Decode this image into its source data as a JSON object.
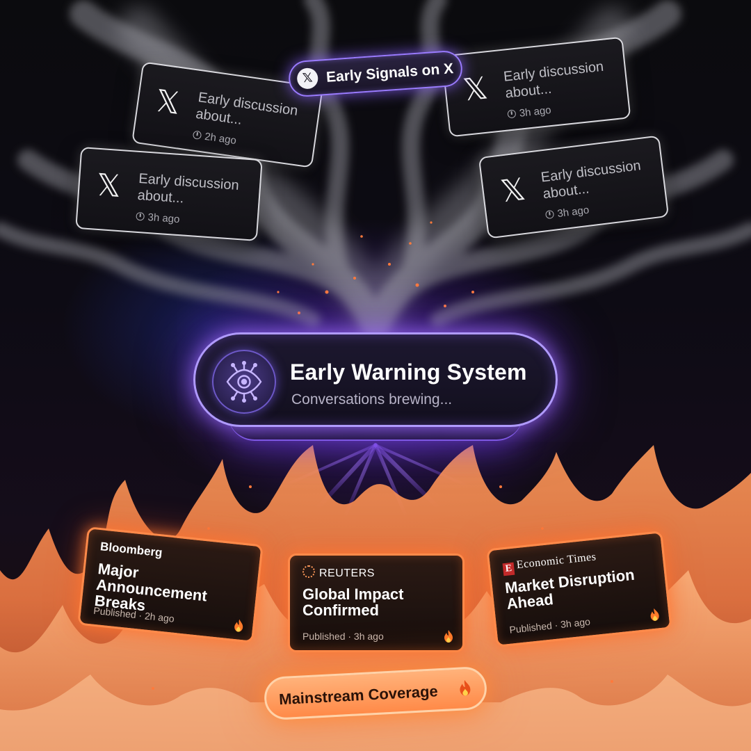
{
  "header_pill": {
    "icon": "x-logo-icon",
    "label": "Early Signals on X"
  },
  "x_cards": [
    {
      "text": "Early discussion about...",
      "time": "2h ago"
    },
    {
      "text": "Early discussion about...",
      "time": "3h ago"
    },
    {
      "text": "Early discussion about...",
      "time": "3h ago"
    },
    {
      "text": "Early discussion about...",
      "time": "3h ago"
    }
  ],
  "center_panel": {
    "icon": "eye-circuit-icon",
    "title": "Early Warning System",
    "subtitle": "Conversations brewing..."
  },
  "news_cards": [
    {
      "brand": "Bloomberg",
      "headline": "Major Announcement Breaks",
      "meta": "Published · 2h ago"
    },
    {
      "brand": "REUTERS",
      "headline": "Global Impact Confirmed",
      "meta": "Published · 3h ago"
    },
    {
      "brand": "Economic Times",
      "brand_mark": "E",
      "headline": "Market Disruption Ahead",
      "meta": "Published · 3h ago"
    }
  ],
  "footer_pill": {
    "label": "Mainstream Coverage",
    "icon": "flame-icon"
  },
  "colors": {
    "purple_glow": "#9a7bff",
    "orange_glow": "#ff8a4a",
    "background": "#0b0a10"
  }
}
